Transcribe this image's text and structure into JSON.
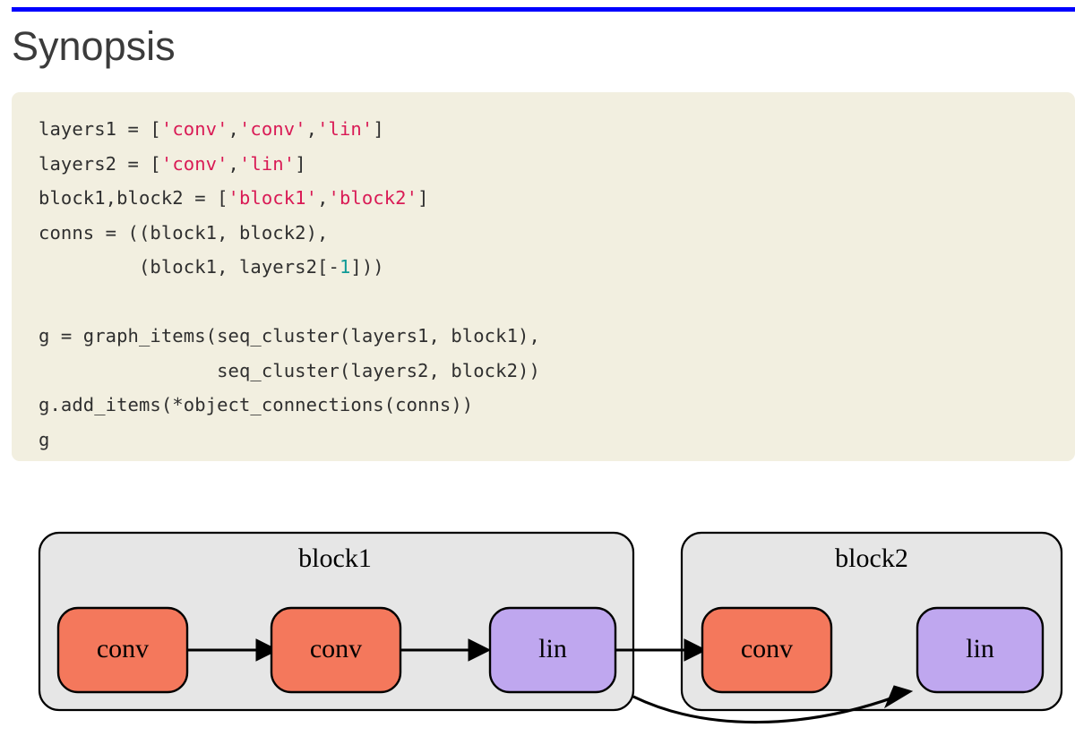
{
  "page": {
    "title": "Synopsis",
    "rule_color": "#0000ff",
    "background": "#ffffff"
  },
  "code_block": {
    "background": "#f2efe0",
    "text_color": "#2f2f2f",
    "string_color": "#d91a55",
    "number_color": "#0f9a96",
    "language": "python",
    "lines": [
      "layers1 = ['conv','conv','lin']",
      "layers2 = ['conv','lin']",
      "block1,block2 = ['block1','block2']",
      "conns = ((block1, block2),",
      "         (block1, layers2[-1]))",
      "",
      "g = graph_items(seq_cluster(layers1, block1),",
      "                seq_cluster(layers2, block2))",
      "g.add_items(*object_connections(conns))",
      "g"
    ],
    "segments": [
      [
        {
          "t": "layers1 = [",
          "k": "plain"
        },
        {
          "t": "'conv'",
          "k": "str"
        },
        {
          "t": ",",
          "k": "plain"
        },
        {
          "t": "'conv'",
          "k": "str"
        },
        {
          "t": ",",
          "k": "plain"
        },
        {
          "t": "'lin'",
          "k": "str"
        },
        {
          "t": "]",
          "k": "plain"
        }
      ],
      [
        {
          "t": "layers2 = [",
          "k": "plain"
        },
        {
          "t": "'conv'",
          "k": "str"
        },
        {
          "t": ",",
          "k": "plain"
        },
        {
          "t": "'lin'",
          "k": "str"
        },
        {
          "t": "]",
          "k": "plain"
        }
      ],
      [
        {
          "t": "block1,block2 = [",
          "k": "plain"
        },
        {
          "t": "'block1'",
          "k": "str"
        },
        {
          "t": ",",
          "k": "plain"
        },
        {
          "t": "'block2'",
          "k": "str"
        },
        {
          "t": "]",
          "k": "plain"
        }
      ],
      [
        {
          "t": "conns = ((block1, block2),",
          "k": "plain"
        }
      ],
      [
        {
          "t": "         (block1, layers2[-",
          "k": "plain"
        },
        {
          "t": "1",
          "k": "num"
        },
        {
          "t": "]))",
          "k": "plain"
        }
      ],
      [
        {
          "t": "",
          "k": "plain"
        }
      ],
      [
        {
          "t": "g = graph_items(seq_cluster(layers1, block1),",
          "k": "plain"
        }
      ],
      [
        {
          "t": "                seq_cluster(layers2, block2))",
          "k": "plain"
        }
      ],
      [
        {
          "t": "g.add_items(*object_connections(conns))",
          "k": "plain"
        }
      ],
      [
        {
          "t": "g",
          "k": "plain"
        }
      ]
    ]
  },
  "diagram": {
    "type": "graph",
    "cluster_fill": "#e6e6e6",
    "conv_fill": "#f4785c",
    "lin_fill": "#bfa7ef",
    "stroke": "#000000",
    "clusters": [
      {
        "id": "block1",
        "label": "block1",
        "nodes": [
          "conv",
          "conv",
          "lin"
        ]
      },
      {
        "id": "block2",
        "label": "block2",
        "nodes": [
          "conv",
          "lin"
        ]
      }
    ],
    "nodes": [
      {
        "id": "b1-conv-1",
        "label": "conv",
        "cluster": "block1",
        "fill": "#f4785c"
      },
      {
        "id": "b1-conv-2",
        "label": "conv",
        "cluster": "block1",
        "fill": "#f4785c"
      },
      {
        "id": "b1-lin",
        "label": "lin",
        "cluster": "block1",
        "fill": "#bfa7ef"
      },
      {
        "id": "b2-conv-1",
        "label": "conv",
        "cluster": "block2",
        "fill": "#f4785c"
      },
      {
        "id": "b2-lin",
        "label": "lin",
        "cluster": "block2",
        "fill": "#bfa7ef"
      }
    ],
    "edges": [
      {
        "from": "b1-conv-1",
        "to": "b1-conv-2",
        "style": "straight"
      },
      {
        "from": "b1-conv-2",
        "to": "b1-lin",
        "style": "straight"
      },
      {
        "from": "b1-lin",
        "to": "b2-conv-1",
        "style": "straight"
      },
      {
        "from": "block1",
        "to": "b2-lin",
        "style": "curved"
      }
    ]
  }
}
